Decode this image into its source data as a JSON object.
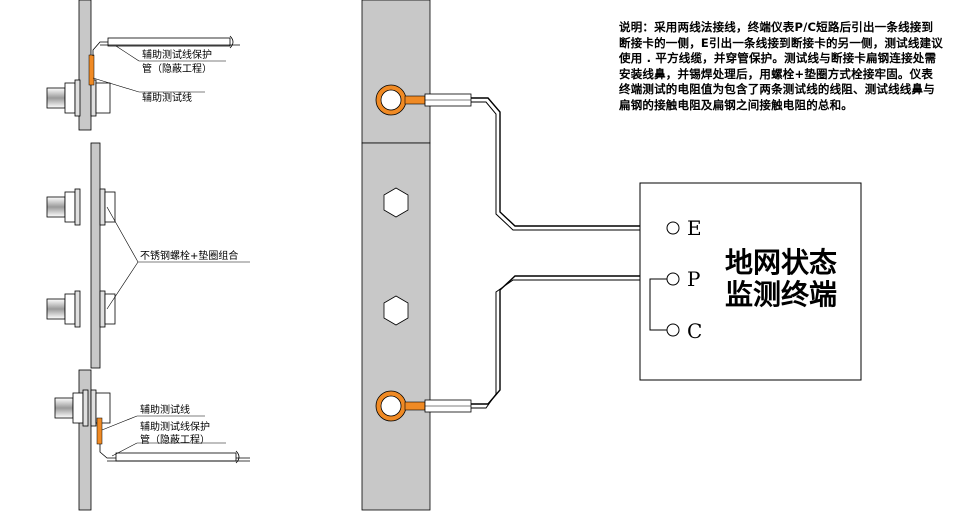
{
  "labels": {
    "aux_line_protect_top_1": "辅助测试线保护",
    "aux_line_protect_top_2": "管（隐蔽工程）",
    "aux_line_top": "辅助测试线",
    "bolt_combo": "不锈钢螺栓+垫圈组合",
    "aux_line_bottom": "辅助测试线",
    "aux_line_protect_bottom_1": "辅助测试线保护",
    "aux_line_protect_bottom_2": "管（隐蔽工程）"
  },
  "note": "说明：采用两线法接线，终端仪表P/C短路后引出一条线接到断接卡的一侧，E引出一条线接到断接卡的另一侧，测试线建议使用 . 平方线缆，并穿管保护。测试线与断接卡扁钢连接处需安装线鼻，并锡焊处理后，用螺栓+垫圈方式栓接牢固。仪表终端测试的电阻值为包含了两条测试线的线阻、测试线线鼻与扁钢的接触电阻及扁钢之间接触电阻的总和。",
  "terminal": {
    "title_line1": "地网状态",
    "title_line2": "监测终端",
    "e": "E",
    "p": "P",
    "c": "C"
  },
  "colors": {
    "plate": "#c8c8c8",
    "lug": "#f08a24",
    "line": "#000000"
  }
}
